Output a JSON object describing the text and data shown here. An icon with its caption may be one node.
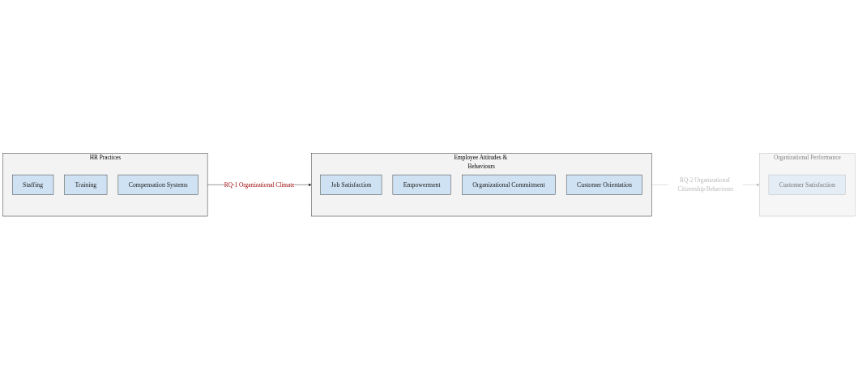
{
  "diagram": {
    "nodes": [
      {
        "text": [
          "HR Practices"
        ]
      },
      {
        "text": [
          "Staffing"
        ],
        "in": 0
      },
      {
        "text": [
          "Training"
        ],
        "in": 0
      },
      {
        "text": [
          "Compensation Systems"
        ],
        "in": 0
      },
      {
        "text": [
          "Employee Attitudes & Behaviours"
        ]
      },
      {
        "text": [
          "Job Satisfaction"
        ],
        "in": 4
      },
      {
        "text": [
          "Empowerment"
        ],
        "in": 4
      },
      {
        "text": [
          "Organizational Commitment"
        ],
        "in": 4
      },
      {
        "text": [
          "Customer Orientation"
        ],
        "in": 4
      },
      {
        "text": [
          "Organizational Performance"
        ]
      },
      {
        "text": [
          "Customer Satisfaction"
        ],
        "in": 9
      }
    ],
    "edges": [
      {
        "from": 0,
        "to": 4,
        "arrow": "to",
        "label": "RQ-1 Organizational Climate"
      },
      {
        "from": 4,
        "to": 9,
        "arrow": "to",
        "label": "RQ-2 Organizational Citizenship Behaviours",
        "color": "#bbbbbb"
      }
    ]
  }
}
